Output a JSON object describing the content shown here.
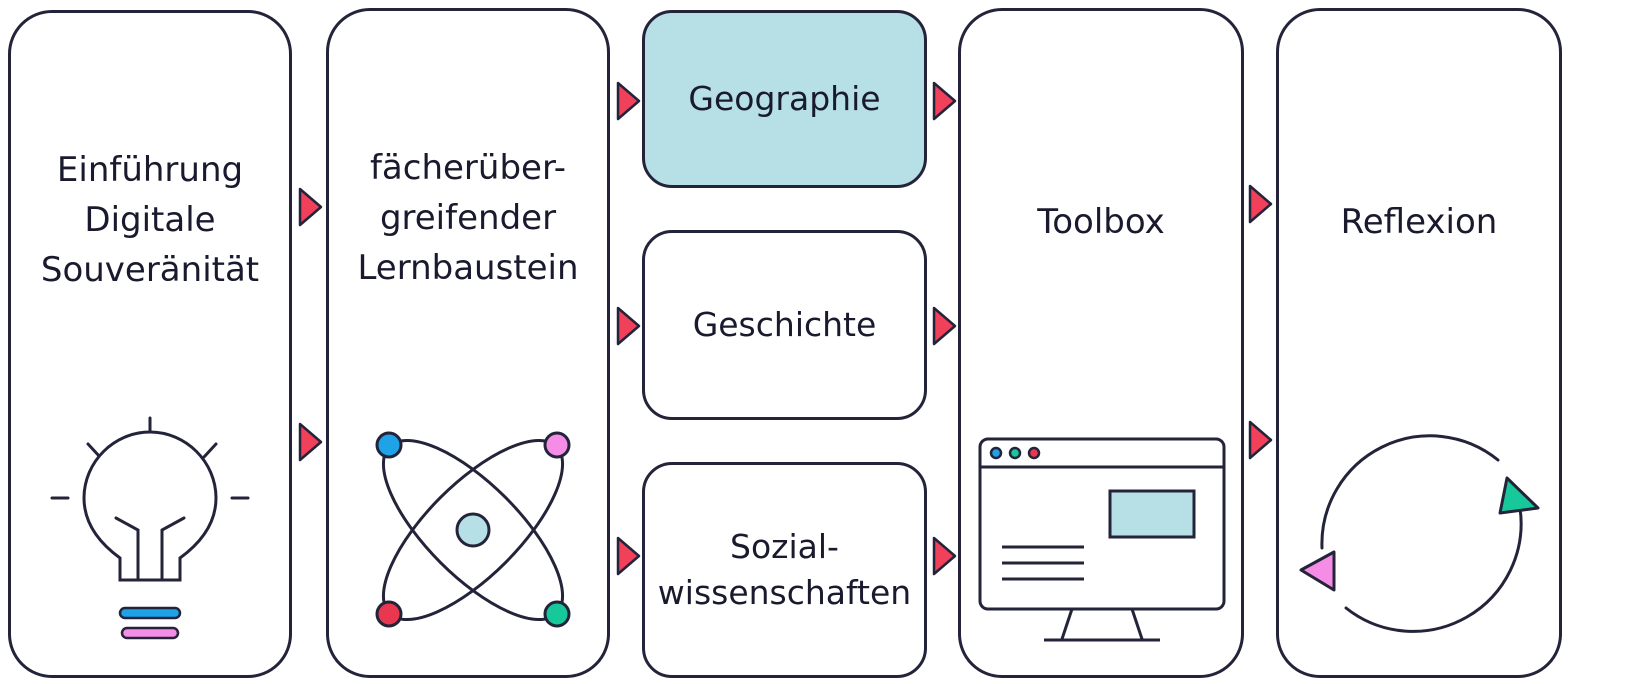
{
  "columns": [
    {
      "id": "einfuehrung",
      "label": "Einführung\nDigitale\nSouveränität",
      "icon": "lightbulb-icon"
    },
    {
      "id": "lernbaustein",
      "label": "fächerüber-\ngreifender\nLernbaustein",
      "icon": "atom-icon"
    },
    {
      "id": "faecher",
      "items": [
        {
          "label": "Geographie",
          "highlight": true
        },
        {
          "label": "Geschichte",
          "highlight": false
        },
        {
          "label": "Sozial-\nwissenschaften",
          "highlight": false
        }
      ]
    },
    {
      "id": "toolbox",
      "label": "Toolbox",
      "icon": "browser-window-icon"
    },
    {
      "id": "reflexion",
      "label": "Reflexion",
      "icon": "cycle-arrows-icon"
    }
  ],
  "colors": {
    "outline": "#23233a",
    "highlight": "#b6e0e6",
    "arrow": "#f0405a",
    "blue": "#1ea2e8",
    "pink": "#f58ce6",
    "red": "#e8374f",
    "green": "#17c99a",
    "lightblue": "#b6e0e6"
  }
}
